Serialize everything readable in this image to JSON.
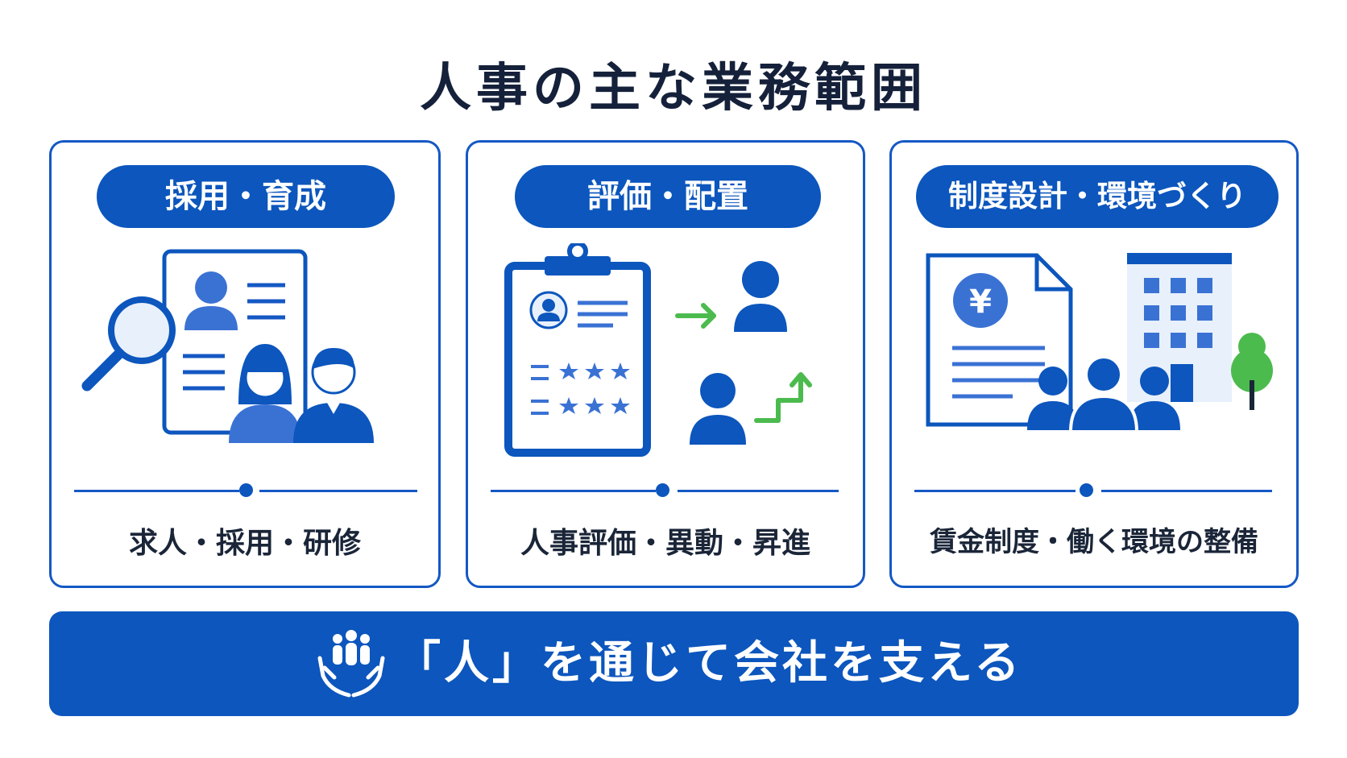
{
  "title": "人事の主な業務範囲",
  "cards": [
    {
      "heading": "採用・育成",
      "caption": "求人・採用・研修"
    },
    {
      "heading": "評価・配置",
      "caption": "人事評価・異動・昇進"
    },
    {
      "heading": "制度設計・環境づくり",
      "caption": "賃金制度・働く環境の整備"
    }
  ],
  "yen_symbol": "¥",
  "banner": {
    "text": "「人」を通じて会社を支える"
  },
  "colors": {
    "primary": "#0c56bd",
    "accent_green": "#4cbb4e",
    "light_blue": "#e8f0fb"
  }
}
